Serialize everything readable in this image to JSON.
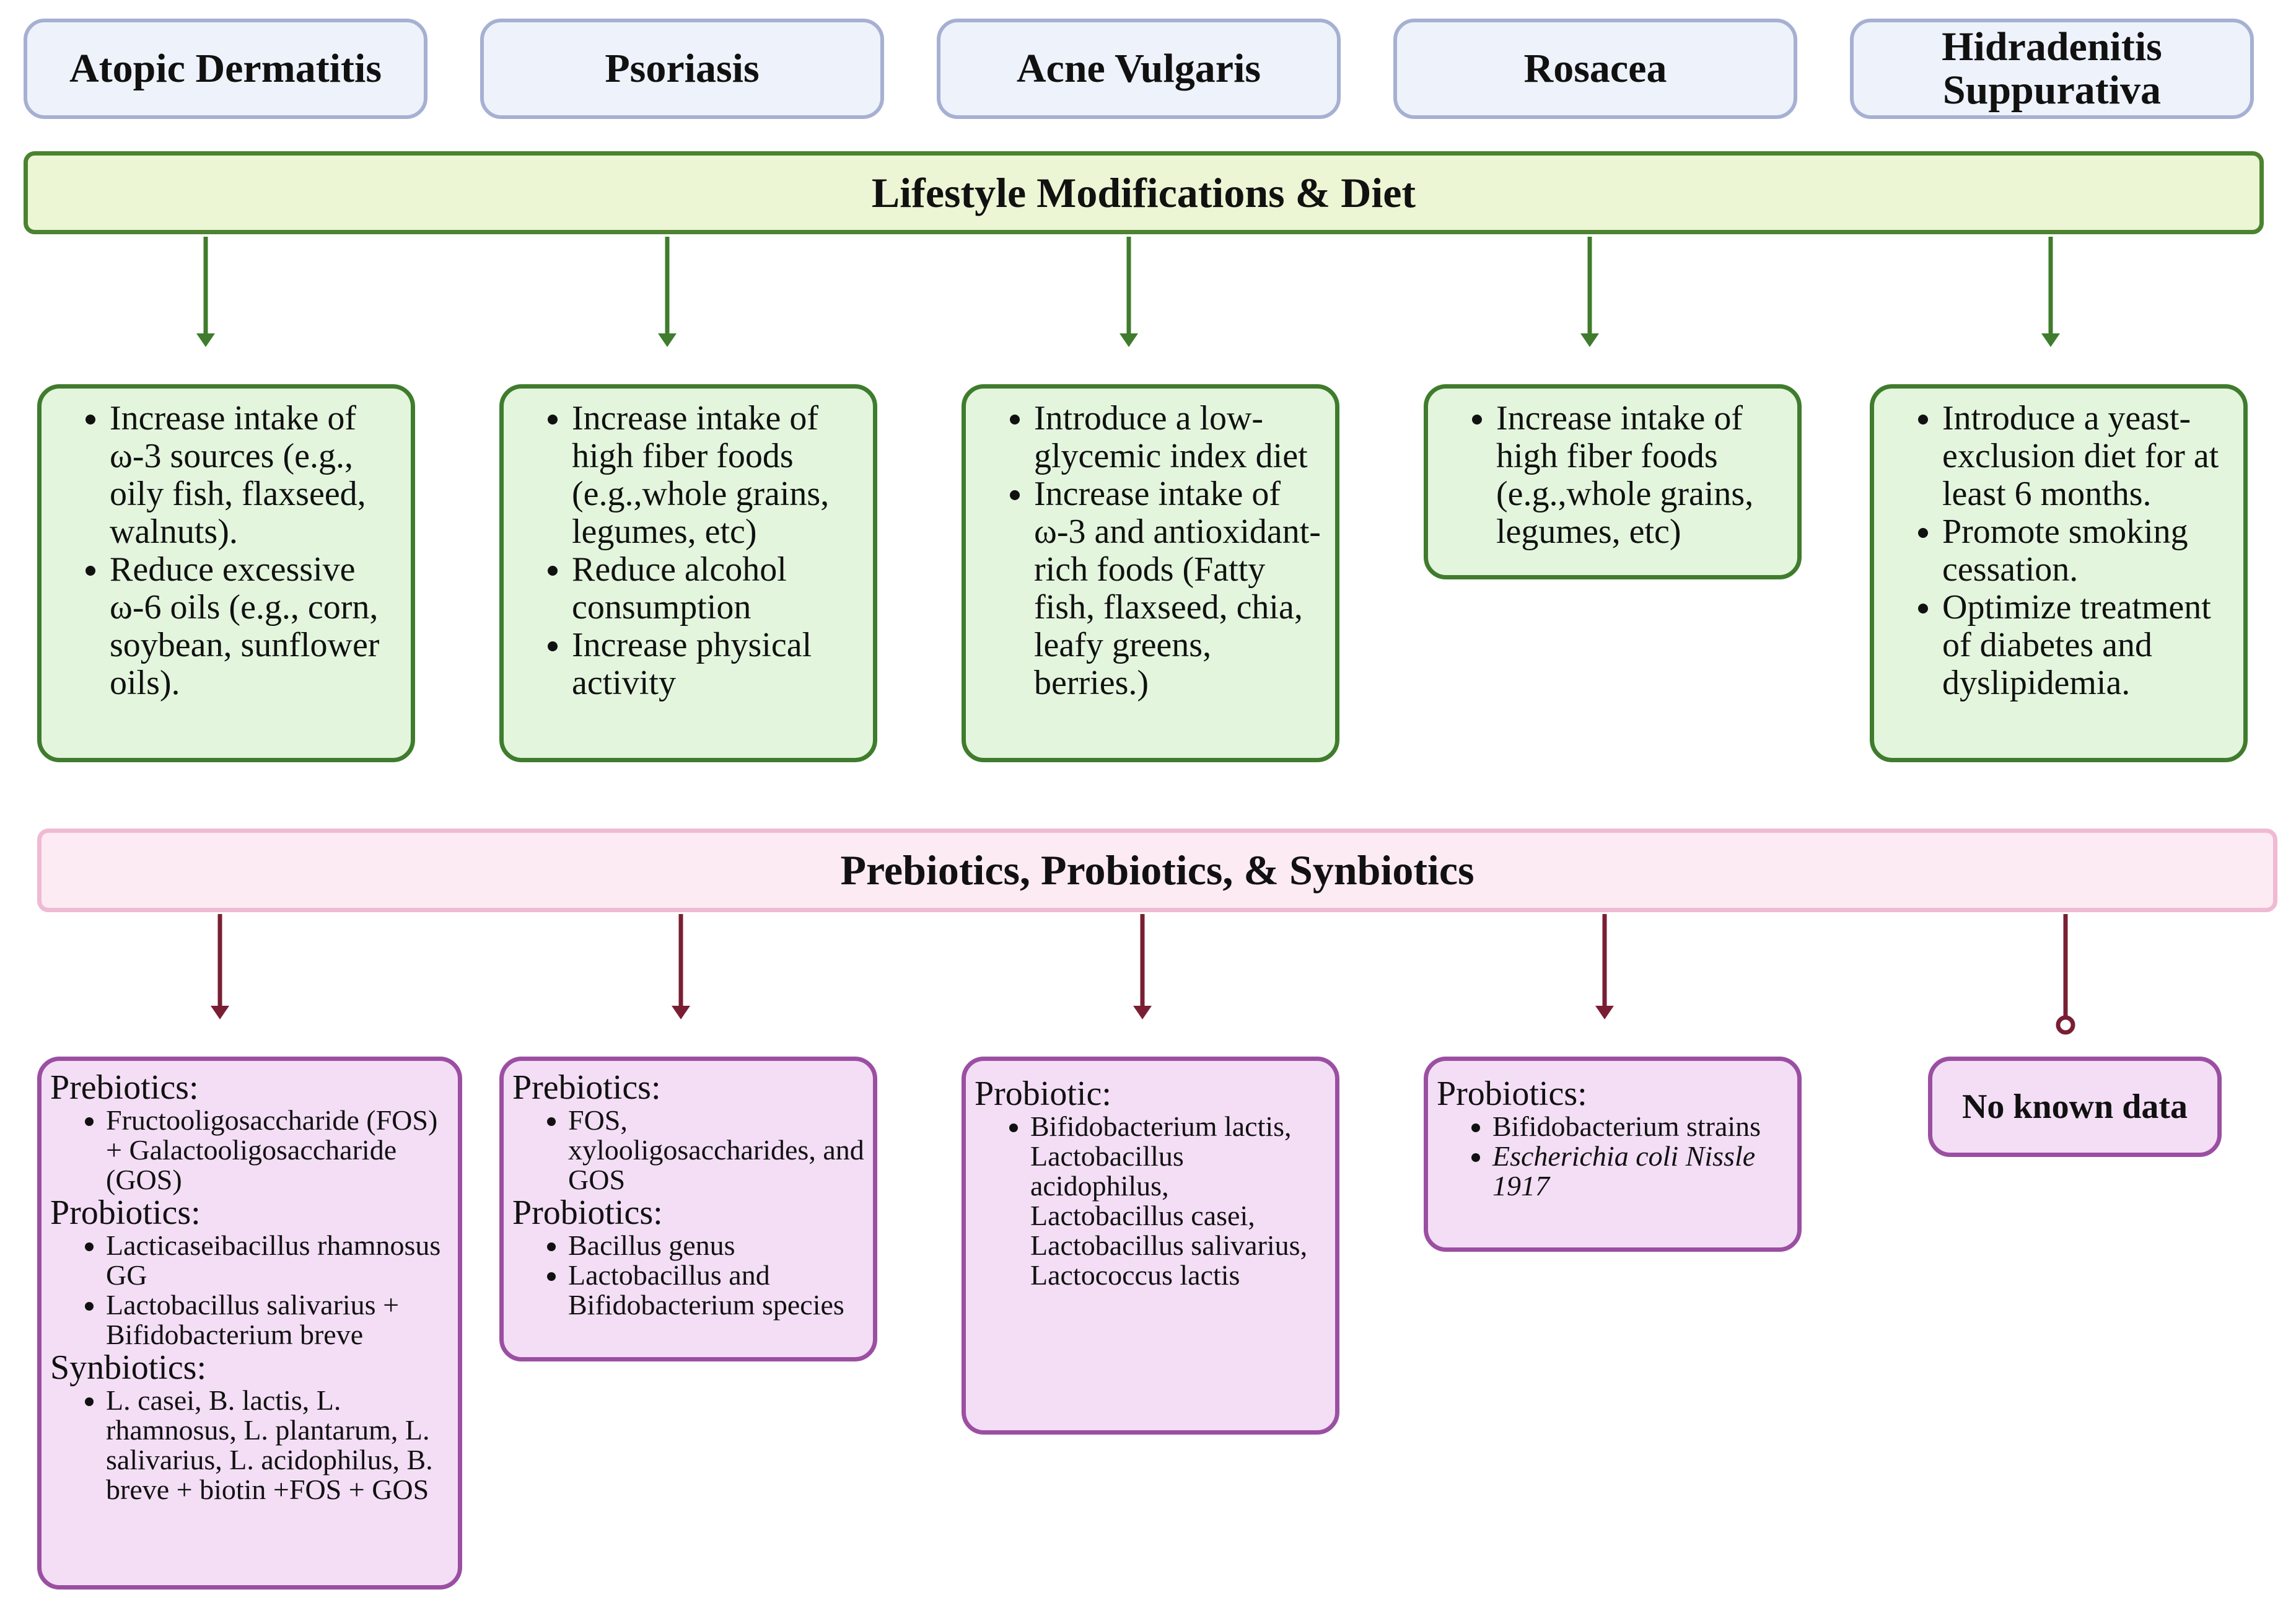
{
  "conditions": [
    {
      "id": "ad",
      "name": "Atopic Dermatitis"
    },
    {
      "id": "ps",
      "name": "Psoriasis"
    },
    {
      "id": "av",
      "name": "Acne Vulgaris"
    },
    {
      "id": "ro",
      "name": "Rosacea"
    },
    {
      "id": "hs",
      "name": "Hidradenitis Suppurativa"
    }
  ],
  "lifestyle": {
    "title": "Lifestyle Modifications & Diet",
    "boxes": [
      {
        "items": [
          "Increase intake of ω-3 sources (e.g., oily fish, flaxseed, walnuts).",
          "Reduce excessive ω-6 oils (e.g., corn, soybean, sunflower oils)."
        ]
      },
      {
        "items": [
          "Increase intake of high fiber foods (e.g.,whole grains, legumes, etc)",
          "Reduce alcohol consumption",
          "Increase physical activity"
        ]
      },
      {
        "items": [
          "Introduce a low-glycemic index diet",
          "Increase intake of ω-3 and antioxidant-rich foods (Fatty fish, flaxseed, chia, leafy greens, berries.)"
        ]
      },
      {
        "items": [
          "Increase intake of high fiber foods (e.g.,whole grains, legumes, etc)"
        ]
      },
      {
        "items": [
          "Introduce a yeast-exclusion diet for at least 6 months.",
          "Promote smoking cessation.",
          "Optimize treatment of diabetes and dyslipidemia."
        ]
      }
    ]
  },
  "biotics": {
    "title": "Prebiotics, Probiotics, & Synbiotics",
    "boxes": [
      {
        "sections": [
          {
            "title": "Prebiotics:",
            "items": [
              "Fructooligosaccharide (FOS) + Galactooligosaccharide (GOS)"
            ]
          },
          {
            "title": "Probiotics:",
            "items": [
              "Lacticaseibacillus rhamnosus GG",
              "Lactobacillus salivarius + Bifidobacterium breve"
            ]
          },
          {
            "title": "Synbiotics:",
            "items": [
              "L. casei, B. lactis, L. rhamnosus, L. plantarum, L. salivarius, L. acidophilus, B. breve + biotin +FOS + GOS"
            ]
          }
        ]
      },
      {
        "sections": [
          {
            "title": "Prebiotics:",
            "items": [
              "FOS, xylooligosaccharides, and GOS"
            ]
          },
          {
            "title": "Probiotics:",
            "items": [
              "Bacillus genus",
              "Lactobacillus and Bifidobacterium species"
            ]
          }
        ]
      },
      {
        "sections": [
          {
            "title": "Probiotic:",
            "items": [
              "Bifidobacterium lactis, Lactobacillus acidophilus, Lactobacillus casei, Lactobacillus salivarius, Lactococcus lactis"
            ]
          }
        ]
      },
      {
        "sections": [
          {
            "title": "Probiotics:",
            "items": [
              "Bifidobacterium strains",
              "Escherichia coli Nissle 1917"
            ]
          }
        ]
      },
      {
        "no_data": "No known data"
      }
    ]
  },
  "colors": {
    "lifestyle_border": "#3f7c2d",
    "lifestyle_fill": "#e3f5dd",
    "biotics_border": "#9b4fa2",
    "biotics_fill": "#f3def5",
    "biotics_arrow": "#7a1f33",
    "header_border": "#a6b0d2"
  }
}
